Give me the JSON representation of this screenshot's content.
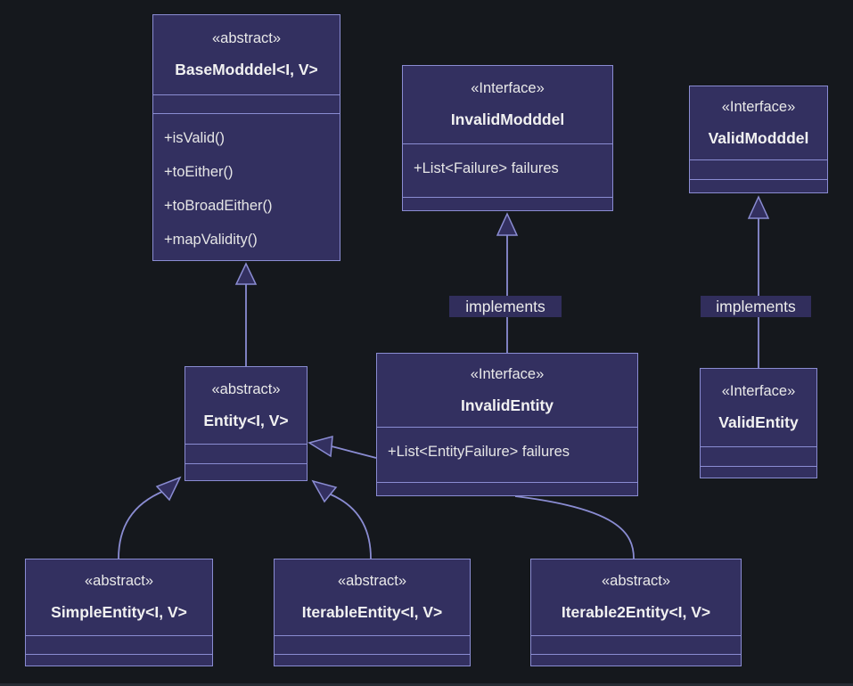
{
  "diagram": {
    "type": "uml-class-diagram",
    "colors": {
      "background": "#15181d",
      "node_fill": "#333060",
      "node_border": "#8a8cd2",
      "text": "#e9e9e9"
    },
    "classes": [
      {
        "stereotype": "«abstract»",
        "name": "BaseModddel<I, V>",
        "attributes": [],
        "methods": [
          "+isValid()",
          "+toEither()",
          "+toBroadEither()",
          "+mapValidity()"
        ]
      },
      {
        "stereotype": "«Interface»",
        "name": "InvalidModddel",
        "attributes": [
          "+List<Failure> failures"
        ],
        "methods": []
      },
      {
        "stereotype": "«Interface»",
        "name": "ValidModddel",
        "attributes": [],
        "methods": []
      },
      {
        "stereotype": "«abstract»",
        "name": "Entity<I, V>",
        "attributes": [],
        "methods": []
      },
      {
        "stereotype": "«Interface»",
        "name": "InvalidEntity",
        "attributes": [
          "+List<EntityFailure> failures"
        ],
        "methods": []
      },
      {
        "stereotype": "«Interface»",
        "name": "ValidEntity",
        "attributes": [],
        "methods": []
      },
      {
        "stereotype": "«abstract»",
        "name": "SimpleEntity<I, V>",
        "attributes": [],
        "methods": []
      },
      {
        "stereotype": "«abstract»",
        "name": "IterableEntity<I, V>",
        "attributes": [],
        "methods": []
      },
      {
        "stereotype": "«abstract»",
        "name": "Iterable2Entity<I, V>",
        "attributes": [],
        "methods": []
      }
    ],
    "edge_labels": {
      "implements_left": "implements",
      "implements_right": "implements"
    }
  }
}
